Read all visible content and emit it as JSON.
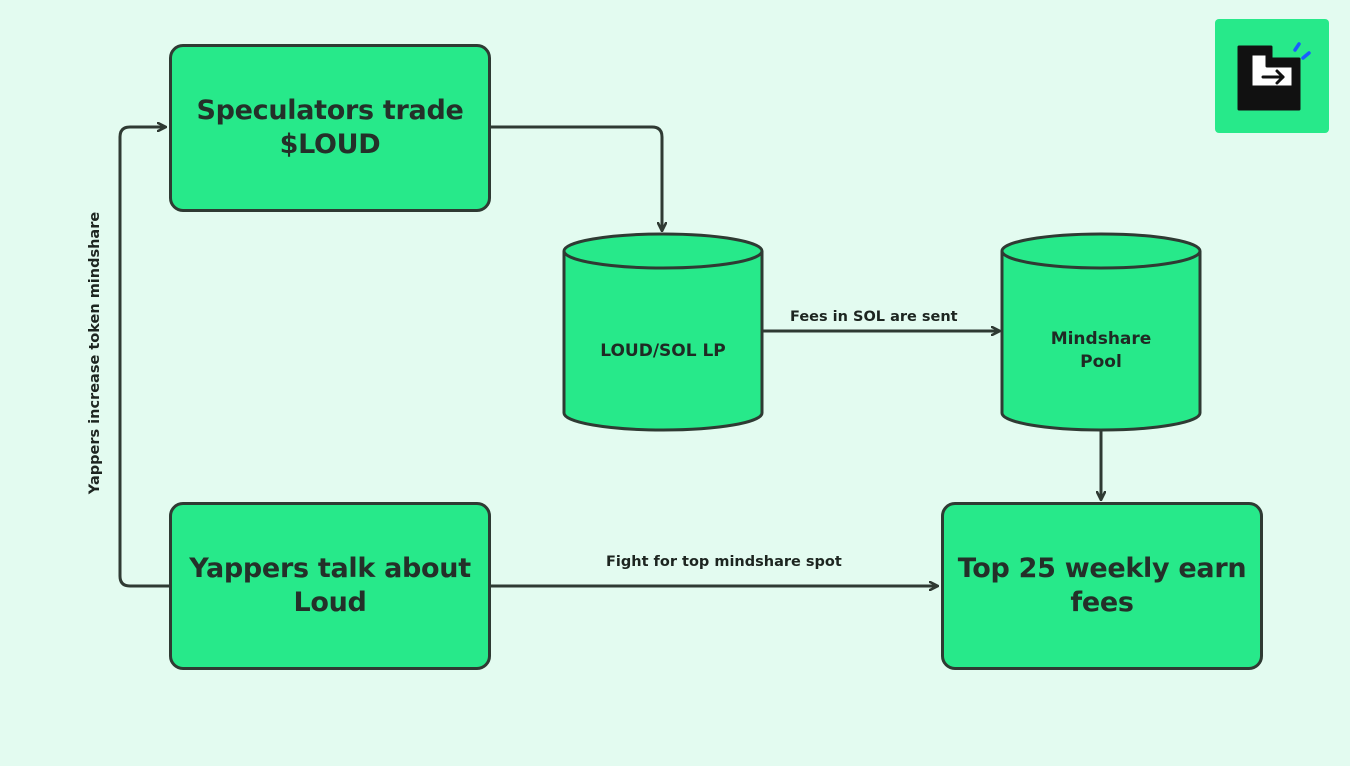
{
  "nodes": {
    "speculators": {
      "label": "Speculators trade\n$LOUD"
    },
    "lp": {
      "label": "LOUD/SOL LP"
    },
    "pool": {
      "label": "Mindshare\nPool"
    },
    "yappers": {
      "label": "Yappers talk about\nLoud"
    },
    "top25": {
      "label": "Top 25 weekly earn\nfees"
    }
  },
  "edges": {
    "fees": {
      "label": "Fees in SOL are sent"
    },
    "fight": {
      "label": "Fight for top mindshare spot"
    },
    "increase": {
      "label": "Yappers increase token mindshare"
    }
  },
  "colors": {
    "background": "#e3fbf0",
    "node_fill": "#27e98a",
    "stroke": "#2f3a33"
  },
  "logo": {
    "icon": "loud-exit-door-icon"
  }
}
